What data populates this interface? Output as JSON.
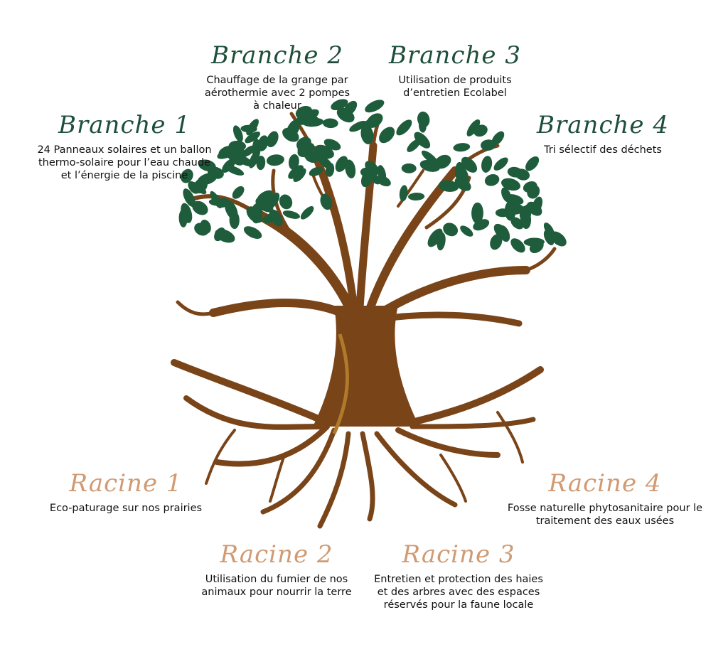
{
  "colors": {
    "branch_title": "#1f4f3c",
    "root_title": "#d09a72",
    "leaf": "#1e5c3b",
    "trunk": "#7a4419",
    "trunk_highlight": "#b07a2a",
    "text": "#111111"
  },
  "branches": [
    {
      "title": "Branche 1",
      "text": "24 Panneaux solaires et un ballon thermo-solaire pour l’eau chaude et l’énergie de la piscine"
    },
    {
      "title": "Branche 2",
      "text": "Chauffage de la grange par aérothermie avec 2 pompes à chaleur"
    },
    {
      "title": "Branche 3",
      "text": "Utilisation de produits d’entretien Ecolabel"
    },
    {
      "title": "Branche 4",
      "text": "Tri sélectif des déchets"
    }
  ],
  "roots": [
    {
      "title": "Racine 1",
      "text": "Eco-paturage sur nos prairies"
    },
    {
      "title": "Racine 2",
      "text": "Utilisation du fumier de nos animaux pour nourrir la terre"
    },
    {
      "title": "Racine 3",
      "text": "Entretien et protection des haies et des arbres avec des espaces réservés pour la faune locale"
    },
    {
      "title": "Racine 4",
      "text": "Fosse naturelle phytosanitaire pour le traitement des eaux usées"
    }
  ]
}
